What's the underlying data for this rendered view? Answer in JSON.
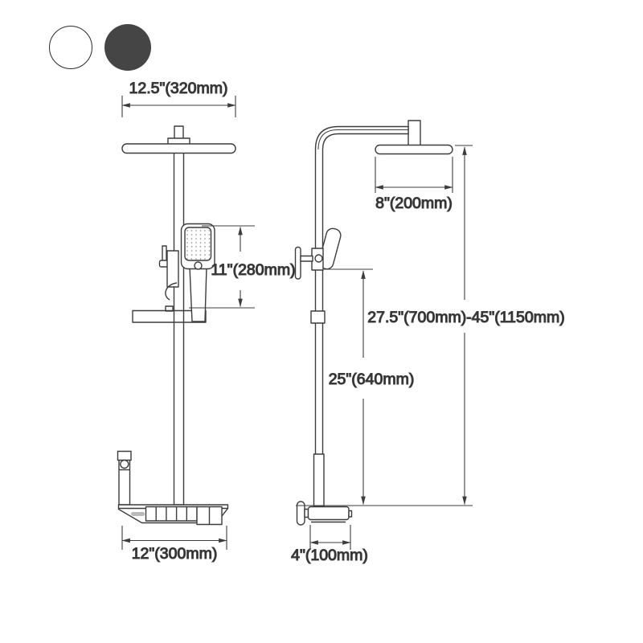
{
  "product_options": {
    "swatches": [
      {
        "name": "white",
        "color": "#ffffff",
        "border": "#2b2b2b"
      },
      {
        "name": "dark-gray",
        "color": "#454545",
        "border": "#454545"
      }
    ]
  },
  "diagram": {
    "stroke_color": "#3c3c3c",
    "views": [
      "front",
      "side"
    ],
    "labels": {
      "head_width": "12.5\"(320mm)",
      "handshower_height": "11\"(280mm)",
      "base_width": "12\"(300mm)",
      "head_depth": "8\"(200mm)",
      "height_range": "27.5\"(700mm)-45\"(1150mm)",
      "pole_height": "25\"(640mm)",
      "spout_depth": "4\"(100mm)"
    }
  }
}
